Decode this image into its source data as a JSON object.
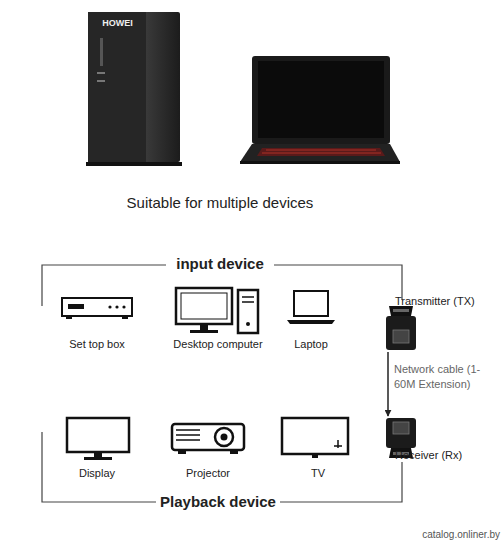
{
  "diagram": {
    "title": "Suitable for multiple devices",
    "nodes": [
      {
        "text": [
          "Set top box"
        ]
      },
      {
        "text": [
          "Desktop computer"
        ]
      },
      {
        "text": [
          "Laptop"
        ]
      },
      {
        "text": [
          "Transmitter (TX)"
        ]
      },
      {
        "text": [
          "Display"
        ]
      },
      {
        "text": [
          "Projector"
        ]
      },
      {
        "text": [
          "TV"
        ]
      },
      {
        "text": [
          "Receiver (Rx)"
        ]
      }
    ],
    "edges": [
      {
        "from": 3,
        "to": 7,
        "arrow": "to",
        "label": "Network cable (1-60M Extension)"
      }
    ],
    "labels": [
      "HOWEI",
      "input device",
      "Playback device",
      "catalog.onliner.by"
    ]
  }
}
